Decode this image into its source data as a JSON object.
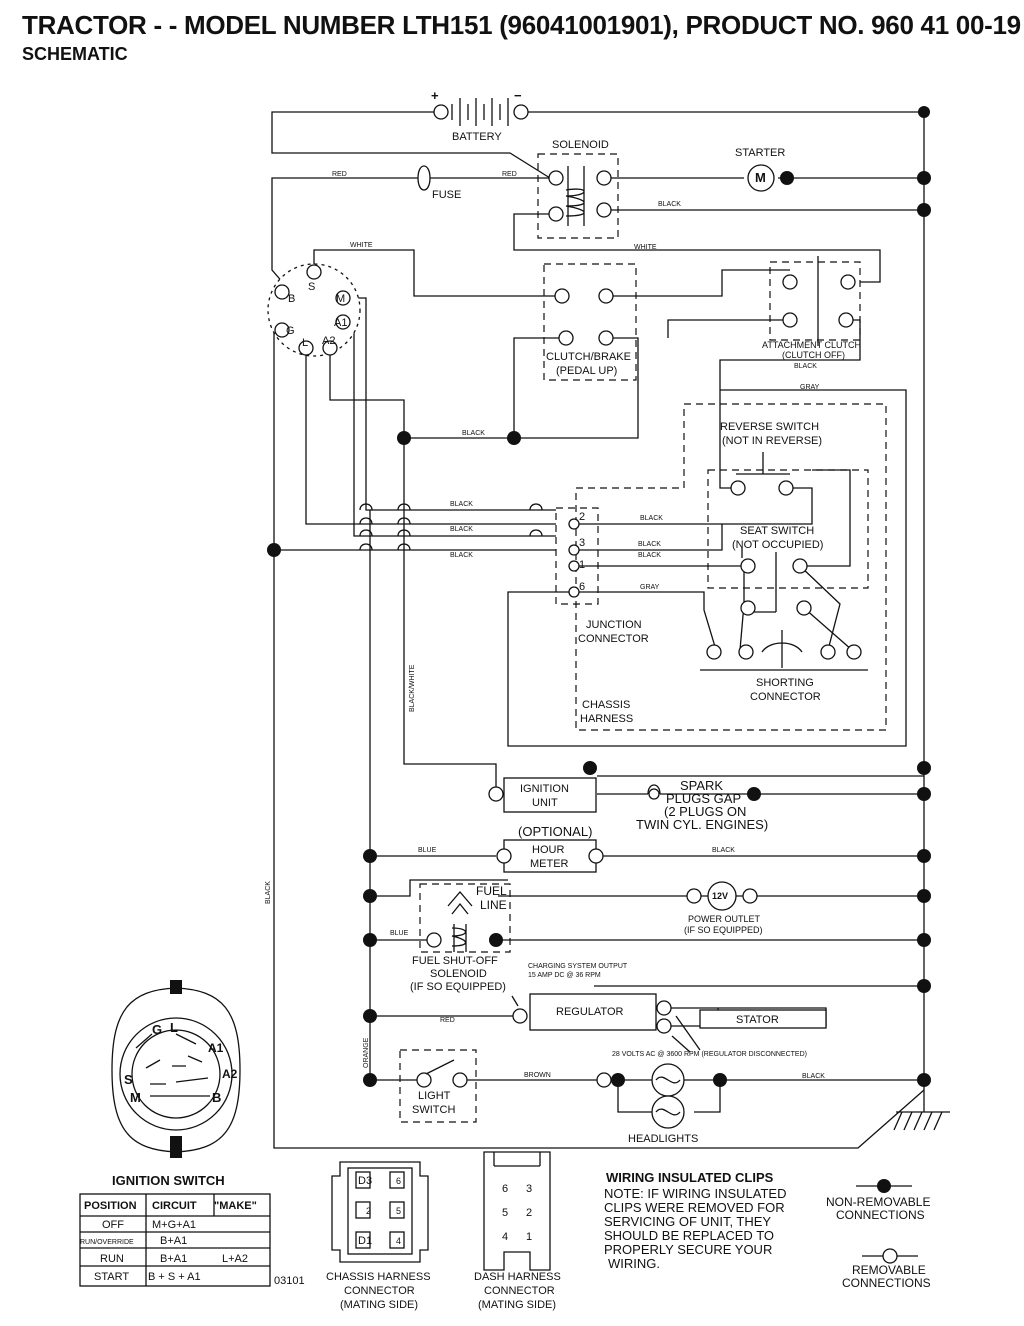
{
  "header": {
    "title": "TRACTOR - - MODEL NUMBER LTH151 (96041001901), PRODUCT NO. 960 41 00-19",
    "subtitle": "SCHEMATIC"
  },
  "components": {
    "battery": "BATTERY",
    "battery_plus": "+",
    "battery_minus": "−",
    "solenoid": "SOLENOID",
    "starter": "STARTER",
    "starter_symbol": "M",
    "fuse": "FUSE",
    "clutch_brake_1": "CLUTCH/BRAKE",
    "clutch_brake_2": "(PEDAL UP)",
    "attach_clutch_1": "ATTACHMENT CLUTCH",
    "attach_clutch_2": "(CLUTCH OFF)",
    "reverse_1": "REVERSE SWITCH",
    "reverse_2": "(NOT IN REVERSE)",
    "seat_1": "SEAT SWITCH",
    "seat_2": "(NOT OCCUPIED)",
    "junction_1": "JUNCTION",
    "junction_2": "CONNECTOR",
    "shorting_1": "SHORTING",
    "shorting_2": "CONNECTOR",
    "chassis_1": "CHASSIS",
    "chassis_2": "HARNESS",
    "ignition_unit_1": "IGNITION",
    "ignition_unit_2": "UNIT",
    "spark_1": "SPARK",
    "spark_2": "PLUGS GAP",
    "spark_3": "(2 PLUGS ON",
    "spark_4": "TWIN CYL. ENGINES)",
    "optional": "(OPTIONAL)",
    "hour_1": "HOUR",
    "hour_2": "METER",
    "fuel_1": "FUEL",
    "fuel_2": "LINE",
    "power_symbol": "12V",
    "power_1": "POWER OUTLET",
    "power_2": "(IF SO EQUIPPED)",
    "fuel_sol_1": "FUEL SHUT-OFF",
    "fuel_sol_2": "SOLENOID",
    "fuel_sol_3": "(IF SO EQUIPPED)",
    "charging_1": "CHARGING SYSTEM OUTPUT",
    "charging_2": "15 AMP DC @ 36 RPM",
    "regulator": "REGULATOR",
    "stator": "STATOR",
    "stator_note": "28 VOLTS AC @ 3600 RPM (REGULATOR DISCONNECTED)",
    "light_1": "LIGHT",
    "light_2": "SWITCH",
    "headlights": "HEADLIGHTS"
  },
  "terminals": {
    "s": "S",
    "m": "M",
    "b": "B",
    "a1": "A1",
    "g": "G",
    "l": "L",
    "a2": "A2",
    "j2": "2",
    "j3": "3",
    "j1": "1",
    "j6": "6"
  },
  "wires": {
    "red": "RED",
    "black": "BLACK",
    "white": "WHITE",
    "gray": "GRAY",
    "blue": "BLUE",
    "brown": "BROWN",
    "orange": "ORANGE",
    "black_white": "BLACK/WHITE"
  },
  "ignition_switch": {
    "title": "IGNITION SWITCH",
    "headers": [
      "POSITION",
      "CIRCUIT",
      "\"MAKE\""
    ],
    "rows": [
      [
        "OFF",
        "M+G+A1",
        ""
      ],
      [
        "RUN/OVERRIDE",
        "B+A1",
        ""
      ],
      [
        "RUN",
        "B+A1",
        "L+A2"
      ],
      [
        "START",
        "B + S + A1",
        ""
      ]
    ],
    "switch_letters": {
      "g": "G",
      "l": "L",
      "a1": "A1",
      "s": "S",
      "a2": "A2",
      "m": "M",
      "b": "B"
    }
  },
  "connectors": {
    "code": "03101",
    "chassis_1": "CHASSIS HARNESS",
    "chassis_2": "CONNECTOR",
    "chassis_3": "(MATING SIDE)",
    "dash_1": "DASH HARNESS",
    "dash_2": "CONNECTOR",
    "dash_3": "(MATING SIDE)",
    "chassis_pins": [
      "D3",
      "6",
      "2",
      "5",
      "D1",
      "4"
    ],
    "dash_pins": [
      "6",
      "3",
      "5",
      "2",
      "4",
      "1"
    ]
  },
  "notes": {
    "clips_title": "WIRING INSULATED CLIPS",
    "clips_lines": [
      "NOTE: IF WIRING INSULATED",
      "CLIPS WERE REMOVED FOR",
      "SERVICING OF UNIT, THEY",
      "SHOULD BE REPLACED TO",
      "PROPERLY SECURE YOUR",
      "WIRING."
    ],
    "non_removable_1": "NON-REMOVABLE",
    "non_removable_2": "CONNECTIONS",
    "removable_1": "REMOVABLE",
    "removable_2": "CONNECTIONS"
  }
}
